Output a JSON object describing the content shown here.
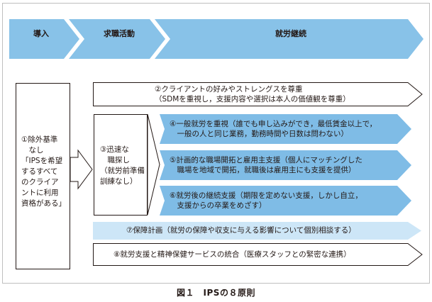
{
  "phases": [
    {
      "label": "導入"
    },
    {
      "label": "求職活動"
    },
    {
      "label": "就労継続"
    }
  ],
  "principles": {
    "p1": {
      "text": "①除外基準\n　なし\n「IPSを希望\nするすべて\nのクライア\nントに利用\n資格がある」"
    },
    "p2": {
      "text": "②クライアントの好みやストレングスを尊重\n（SDMを重視し，支援内容や選択は本人の価値観を尊重）"
    },
    "p3": {
      "text": "③迅速な\n　職探し\n（就労前準備\n訓練なし）"
    },
    "p4": {
      "text": "④一般就労を重視（誰でも申し込みができ，最低賃金以上で，\n　一般の人と同じ業務，勤務時間や日数は問わない）"
    },
    "p5": {
      "text": "⑤計画的な職場開拓と雇用主支援（個人にマッチングした\n　職場を地域で開拓，就職後は雇用主にも支援を提供）"
    },
    "p6": {
      "text": "⑥就労後の継続支援（期限を定めない支援，しかし自立，\n　支援からの卒業をめざす）"
    },
    "p7": {
      "text": "⑦保障計画（就労の保障や収支に与える影響について個別相談する）"
    },
    "p8": {
      "text": "⑧就労支援と精神保健サービスの統合（医療スタッフとの緊密な連携）"
    }
  },
  "caption": "図１　IPSの８原則",
  "colors": {
    "phase_fill": "#88c2e8",
    "box_fill": "#7fbce6",
    "box_light_fill": "#cde6f7",
    "outline": "#231815",
    "frame": "#bfbfbf"
  }
}
